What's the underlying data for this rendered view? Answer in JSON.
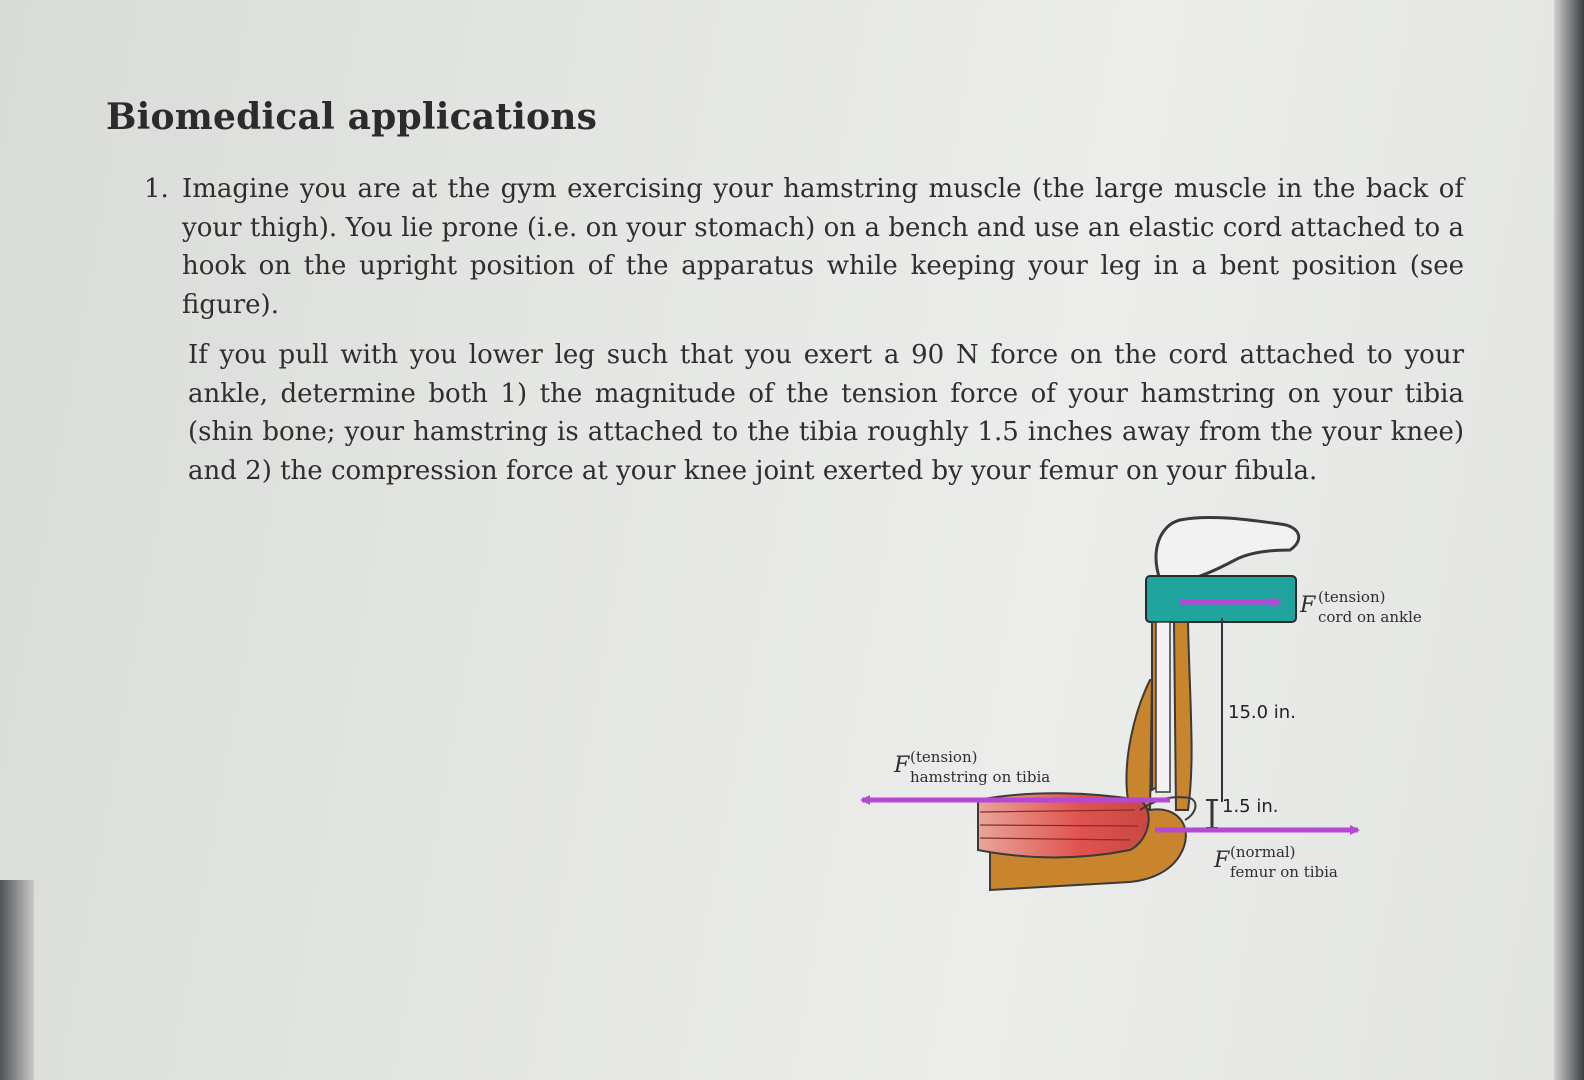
{
  "heading": "Biomedical applications",
  "problem": {
    "number": "1.",
    "paragraph1": "Imagine you are at the gym exercising your hamstring muscle (the large muscle in the back of your thigh). You lie prone (i.e. on your stomach) on a bench and use an elastic cord attached to a hook on the upright position of the apparatus while keeping your leg in a bent position (see figure).",
    "paragraph2": "If you pull with you lower leg such that you exert a 90 N force on the cord attached to your ankle, determine both 1) the magnitude of the tension force of your hamstring on your tibia (shin bone; your hamstring is attached to the tibia roughly 1.5 inches away from the your knee) and 2) the compression force at your knee joint exerted by your femur on your fibula."
  },
  "figure": {
    "cord_force": {
      "symbol": "F",
      "superscript": "(tension)",
      "subscript": "cord on ankle"
    },
    "hamstring_force": {
      "symbol": "F",
      "superscript": "(tension)",
      "subscript": "hamstring on tibia"
    },
    "normal_force": {
      "symbol": "F",
      "superscript": "(normal)",
      "subscript": "femur on tibia"
    },
    "long_distance": "15.0 in.",
    "short_distance": "1.5 in.",
    "colors": {
      "arrow": "#b648d6",
      "ankle_cuff": "#1fa59d",
      "bone": "#c8852e",
      "muscle": "#e0524f"
    }
  }
}
